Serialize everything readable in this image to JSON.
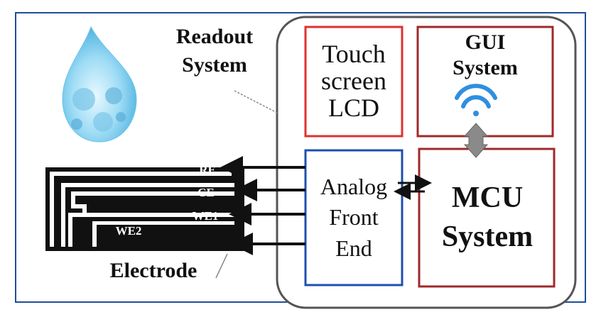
{
  "readout_label_line1": "Readout",
  "readout_label_line2": "System",
  "electrode_label": "Electrode",
  "touch": {
    "line1": "Touch",
    "line2": "screen",
    "line3": "LCD"
  },
  "gui": {
    "line1": "GUI",
    "line2": "System",
    "icon": "wifi-icon"
  },
  "afe": {
    "line1": "Analog",
    "line2": "Front",
    "line3": "End"
  },
  "mcu": {
    "line1": "MCU",
    "line2": "System"
  },
  "electrodes": {
    "re": "RE",
    "ce": "CE",
    "we1": "WE1",
    "we2": "WE2"
  },
  "colors": {
    "border": "#1f4e9a",
    "red": "#e03030",
    "darkred": "#a0282a",
    "blue": "#1e4fb0",
    "wifi": "#2f8fe0",
    "gray": "#8a8a8a"
  }
}
